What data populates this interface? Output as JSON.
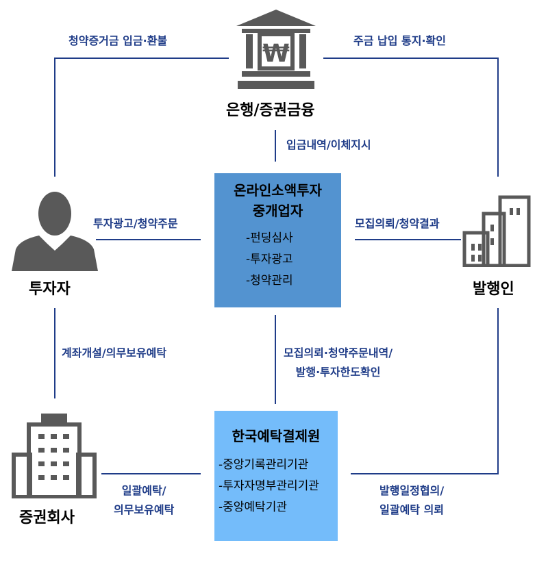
{
  "entities": {
    "bank": "은행/증권금융",
    "investor": "투자자",
    "issuer": "발행인",
    "securities_company": "증권회사"
  },
  "platform_box": {
    "title_line1": "온라인소액투자",
    "title_line2": "중개업자",
    "items": [
      "-펀딩심사",
      "-투자광고",
      "-청약관리"
    ],
    "color": "#5393d0"
  },
  "ksd_box": {
    "title": "한국예탁결제원",
    "items": [
      "-중앙기록관리기관",
      "-투자자명부관리기관",
      "-중앙예탁기관"
    ],
    "color": "#74bcfa"
  },
  "flows": {
    "investor_bank": "청약증거금 입금·환불",
    "bank_issuer": "주금 납입 통지·확인",
    "bank_platform": "입금내역/이체지시",
    "investor_platform": "투자광고/청약주문",
    "platform_issuer": "모집의뢰/청약결과",
    "investor_securities": "계좌개설/의무보유예탁",
    "platform_ksd_line1": "모집의뢰·청약주문내역/",
    "platform_ksd_line2": "발행·투자한도확인",
    "securities_ksd_line1": "일괄예탁/",
    "securities_ksd_line2": "의무보유예탁",
    "issuer_ksd_line1": "발행일정협의/",
    "issuer_ksd_line2": "일괄예탁 의뢰"
  },
  "icons": [
    "bank-won-icon",
    "person-icon",
    "office-buildings-icon",
    "office-building-icon"
  ],
  "colors": {
    "line": "#1f3c88",
    "icon": "#595959"
  }
}
